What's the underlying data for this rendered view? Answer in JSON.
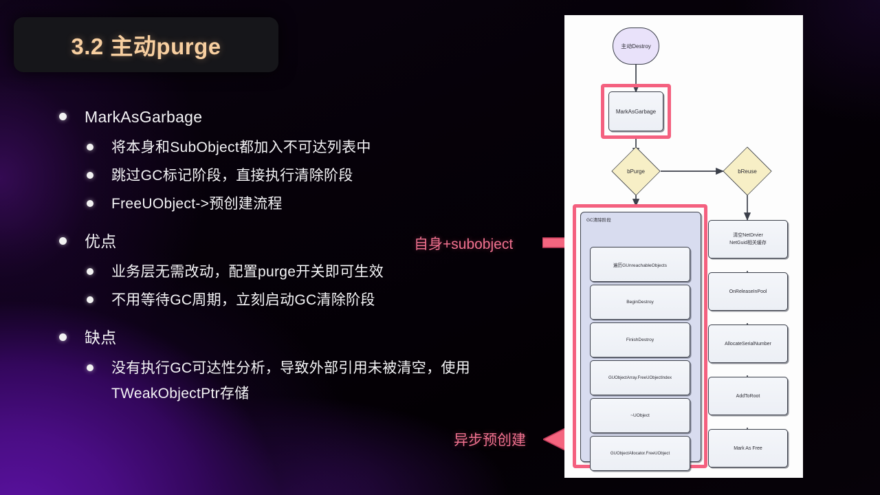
{
  "slide": {
    "title": "3.2 主动purge",
    "title_color": "#f8cfa0",
    "bullets": [
      {
        "level": 1,
        "text": "MarkAsGarbage"
      },
      {
        "level": 2,
        "text": "将本身和SubObject都加入不可达列表中"
      },
      {
        "level": 2,
        "text": "跳过GC标记阶段，直接执行清除阶段"
      },
      {
        "level": 2,
        "text": "FreeUObject->预创建流程"
      },
      {
        "level": 1,
        "text": "优点"
      },
      {
        "level": 2,
        "text": "业务层无需改动，配置purge开关即可生效"
      },
      {
        "level": 2,
        "text": "不用等待GC周期，立刻启动GC清除阶段"
      },
      {
        "level": 1,
        "text": "缺点"
      },
      {
        "level": 2,
        "text": "没有执行GC可达性分析，导致外部引用未被清空，使用\nTWeakObjectPtr存储"
      }
    ]
  },
  "annotations": [
    {
      "id": "self-subobject",
      "text": "自身+subobject",
      "direction": "right",
      "color": "#f0718f"
    },
    {
      "id": "async-precreate",
      "text": "异步预创建",
      "direction": "left",
      "color": "#f0718f"
    }
  ],
  "flowchart": {
    "highlight_color": "#f4607f",
    "subgraph_label": "GC清除阶段",
    "nodes": {
      "start": "主动Destroy",
      "mark_as_garbage": "MarkAsGarbage",
      "b_purge": "bPurge",
      "b_reuse": "bReuse",
      "traverse": "遍历GUnreachableObjects",
      "begin_destroy": "BeginDestroy",
      "finish_destroy": "FinishDestroy",
      "free_index": "GUObjectArray.FreeUObjectIndex",
      "dtor": "~UObject",
      "free_uobject": "GUObjectAllocator.FreeUObject",
      "clear_netdriver": "清空NetDrvier\nNetGuid相关缓存",
      "on_release_in_pool": "OnReleaseInPool",
      "allocate_serial": "AllocateSerialNumber",
      "add_to_root": "AddToRoot",
      "mark_as_free": "Mark As Free"
    }
  }
}
